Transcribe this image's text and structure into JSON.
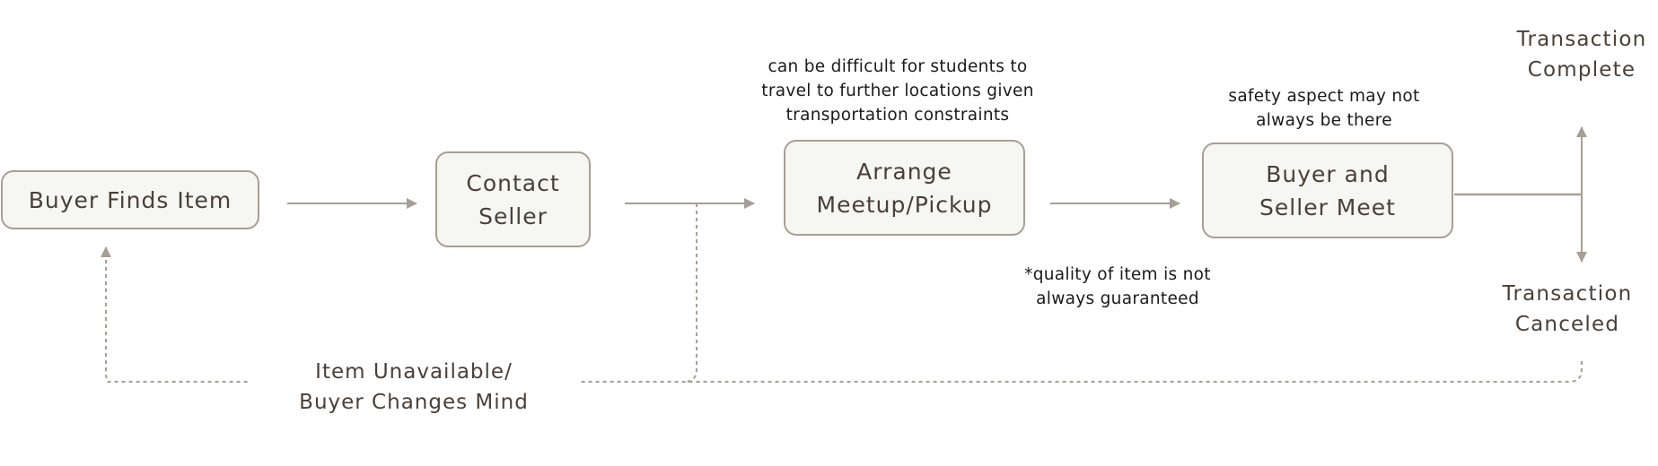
{
  "flow": {
    "steps": [
      {
        "id": "find",
        "label": "Buyer Finds Item"
      },
      {
        "id": "contact",
        "label": "Contact\nSeller"
      },
      {
        "id": "arrange",
        "label": "Arrange\nMeetup/Pickup"
      },
      {
        "id": "meet",
        "label": "Buyer and\nSeller Meet"
      }
    ],
    "notes": {
      "transport": "can be difficult for students to\ntravel to further locations given\ntransportation constraints",
      "safety": "safety aspect may not\nalways be there",
      "quality": "*quality of item is not\nalways guaranteed"
    },
    "outcomes": {
      "complete": "Transaction\nComplete",
      "canceled": "Transaction\nCanceled"
    },
    "loop_label": "Item Unavailable/\nBuyer Changes Mind"
  },
  "colors": {
    "line": "#a79f95",
    "box_fill": "#f6f6f2",
    "text": "#4a4038"
  }
}
